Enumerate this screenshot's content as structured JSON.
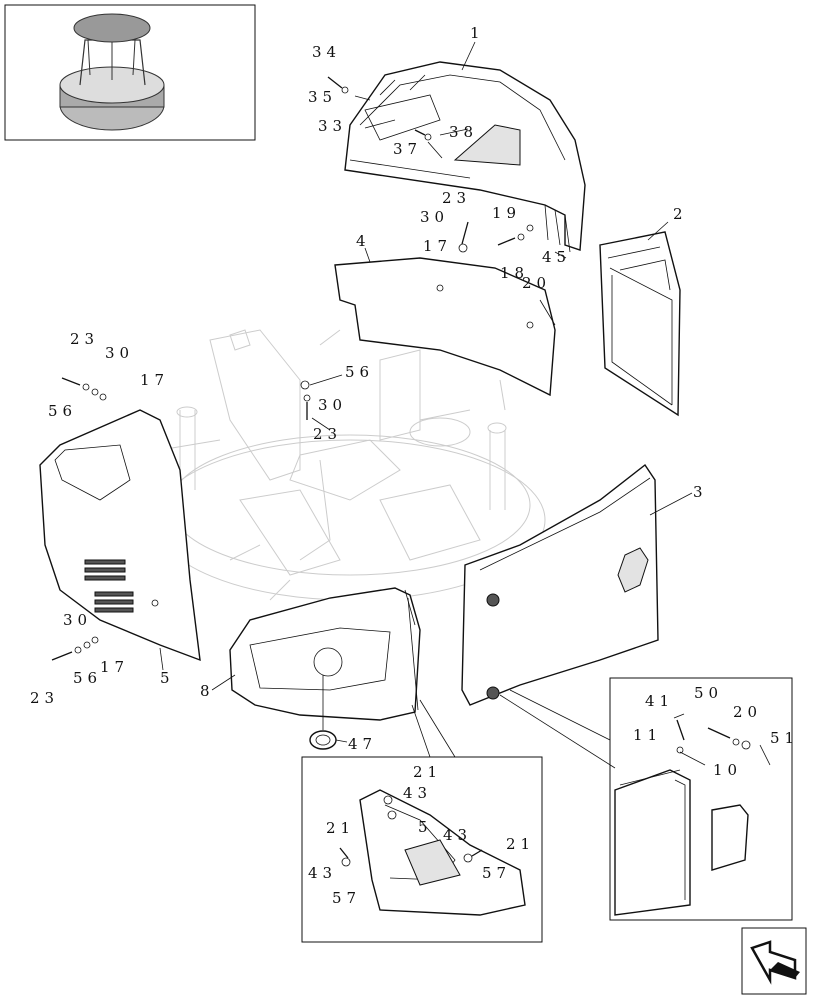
{
  "figure": {
    "callouts": {
      "c1": "1",
      "c2": "2",
      "c3": "3",
      "c4": "4",
      "c5": "5",
      "c8": "8",
      "c34": "34",
      "c35": "35",
      "c33": "33",
      "c38": "38",
      "c37": "37",
      "c23a": "23",
      "c30a": "30",
      "c17a": "17",
      "c19": "19",
      "c18": "18",
      "c20a": "20",
      "c45": "45",
      "c56a": "56",
      "c30b": "30",
      "c23b": "23",
      "c23c": "23",
      "c30c": "30",
      "c17c": "17",
      "c56c": "56",
      "c30d": "30",
      "c56d": "56",
      "c17d": "17",
      "c23d": "23",
      "c47": "47",
      "c41": "41",
      "c11": "11",
      "c50": "50",
      "c20b": "20",
      "c51": "51",
      "c10": "10",
      "c21a": "21",
      "c43a": "43",
      "c5a": "5",
      "c21b": "21",
      "c43b": "43",
      "c57a": "57",
      "c43c": "43",
      "c21c": "21",
      "c57b": "57"
    }
  }
}
